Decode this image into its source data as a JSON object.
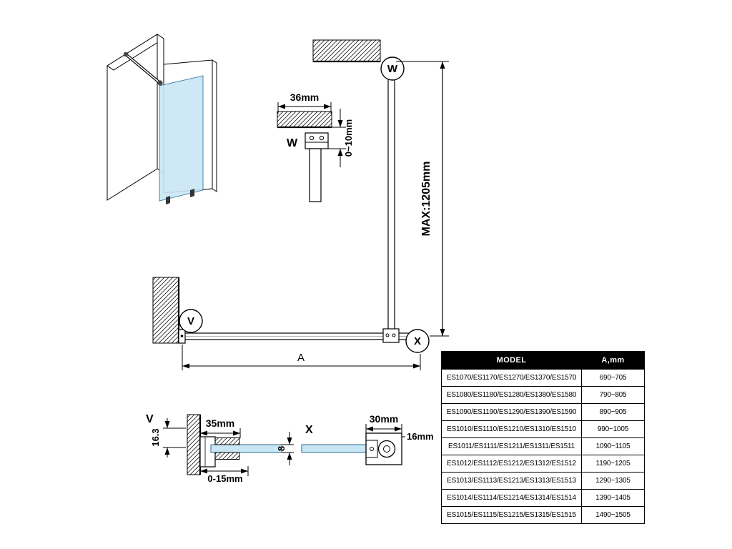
{
  "colors": {
    "glass": "#c9e6f5",
    "line": "#000000",
    "table_header_bg": "#000000"
  },
  "detail_w": {
    "label": "W",
    "width_dim": "36mm",
    "gap_dim": "0~10mm"
  },
  "plan": {
    "bracket_label": "W",
    "wall_profile_label": "V",
    "clamp_label": "X",
    "bar_length_dim": "MAX:1205mm",
    "glass_width_dim": "A"
  },
  "detail_v": {
    "label": "V",
    "profile_height_dim": "16.3",
    "profile_width_dim": "35mm",
    "adjust_dim": "0-15mm",
    "glass_thickness_dim": "8"
  },
  "detail_x": {
    "label": "X",
    "clamp_width_dim": "30mm",
    "clamp_depth_dim": "16mm"
  },
  "table": {
    "headers": {
      "model": "MODEL",
      "a": "A,mm"
    },
    "rows": [
      {
        "model": "ES1070/ES1170/ES1270/ES1370/ES1570",
        "a": "690~705"
      },
      {
        "model": "ES1080/ES1180/ES1280/ES1380/ES1580",
        "a": "790~805"
      },
      {
        "model": "ES1090/ES1190/ES1290/ES1390/ES1590",
        "a": "890~905"
      },
      {
        "model": "ES1010/ES1110/ES1210/ES1310/ES1510",
        "a": "990~1005"
      },
      {
        "model": "ES1011/ES1111/ES1211/ES1311/ES1511",
        "a": "1090~1105"
      },
      {
        "model": "ES1012/ES1112/ES1212/ES1312/ES1512",
        "a": "1190~1205"
      },
      {
        "model": "ES1013/ES1113/ES1213/ES1313/ES1513",
        "a": "1290~1305"
      },
      {
        "model": "ES1014/ES1114/ES1214/ES1314/ES1514",
        "a": "1390~1405"
      },
      {
        "model": "ES1015/ES1115/ES1215/ES1315/ES1515",
        "a": "1490~1505"
      }
    ]
  }
}
